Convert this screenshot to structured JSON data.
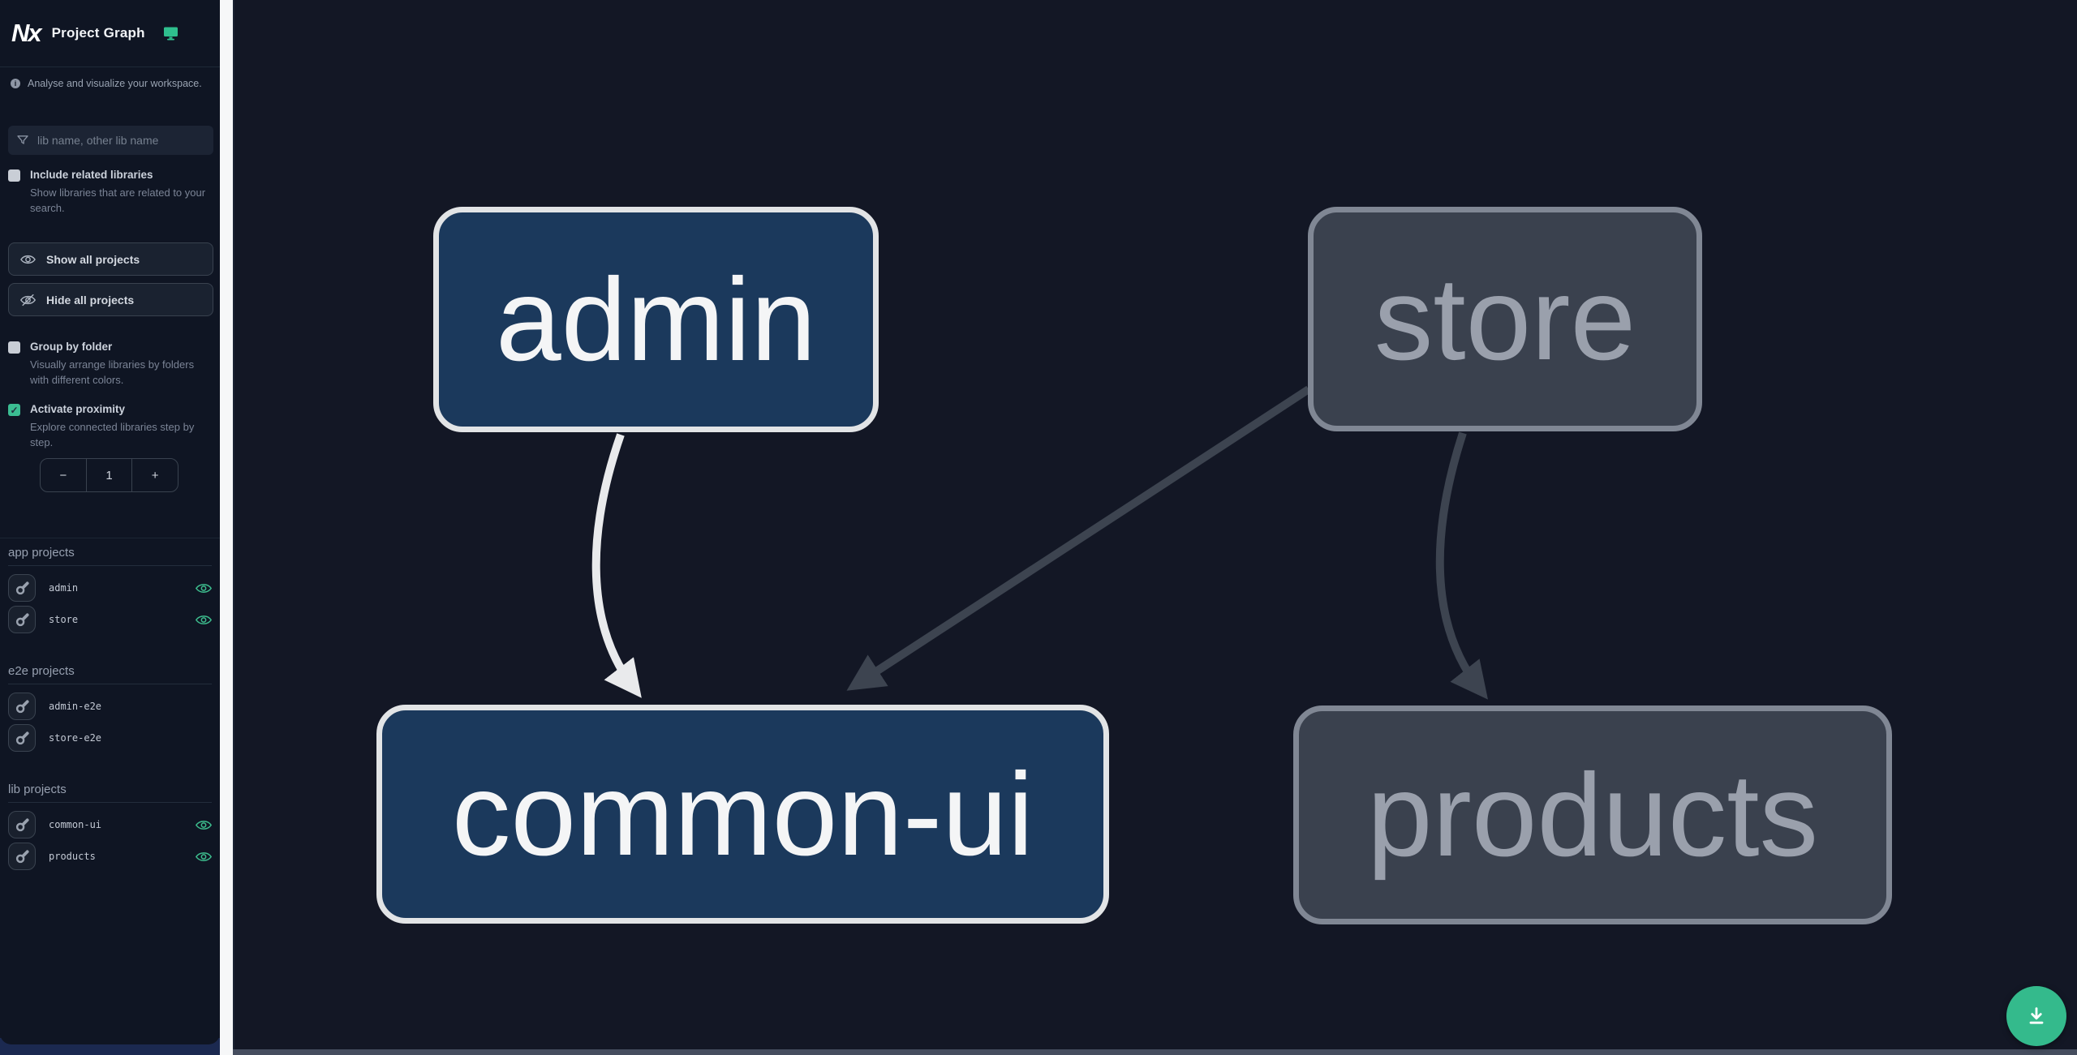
{
  "header": {
    "logo": "Nx",
    "title": "Project Graph"
  },
  "sidebar": {
    "tagline": "Analyse and visualize your workspace.",
    "search": {
      "placeholder": "lib name, other lib name"
    },
    "include_related": {
      "label": "Include related libraries",
      "description": "Show libraries that are related to your search.",
      "checked": false
    },
    "actions": {
      "show_all": "Show all projects",
      "hide_all": "Hide all projects"
    },
    "group_by_folder": {
      "label": "Group by folder",
      "description": "Visually arrange libraries by folders with different colors.",
      "checked": false
    },
    "proximity": {
      "label": "Activate proximity",
      "description": "Explore connected libraries step by step.",
      "checked": true
    },
    "stepper": {
      "decrement": "−",
      "value": "1",
      "increment": "+"
    },
    "sections": [
      {
        "title": "app projects",
        "items": [
          {
            "name": "admin",
            "visible": true
          },
          {
            "name": "store",
            "visible": true
          }
        ]
      },
      {
        "title": "e2e projects",
        "items": [
          {
            "name": "admin-e2e",
            "visible": false
          },
          {
            "name": "store-e2e",
            "visible": false
          }
        ]
      },
      {
        "title": "lib projects",
        "items": [
          {
            "name": "common-ui",
            "visible": true
          },
          {
            "name": "products",
            "visible": true
          }
        ]
      }
    ]
  },
  "graph": {
    "nodes": [
      {
        "label": "admin",
        "state": "focused"
      },
      {
        "label": "store",
        "state": "faded"
      },
      {
        "label": "common-ui",
        "state": "focused"
      },
      {
        "label": "products",
        "state": "faded"
      }
    ],
    "edges": [
      {
        "from": "admin",
        "to": "common-ui",
        "state": "highlighted"
      },
      {
        "from": "store",
        "to": "common-ui",
        "state": "faded"
      },
      {
        "from": "store",
        "to": "products",
        "state": "faded"
      }
    ]
  },
  "fab": {
    "action": "download-graph"
  },
  "colors": {
    "accent_teal": "#35bb8e",
    "node_focused_fill": "#1b395c",
    "node_focused_border": "#e2e4e6",
    "node_faded_fill": "#3a414e",
    "node_faded_border": "#808794",
    "edge_highlighted": "#e9eaec",
    "edge_faded": "#3d4450",
    "sidebar_bg": "#0f1523",
    "canvas_bg": "#131725"
  }
}
